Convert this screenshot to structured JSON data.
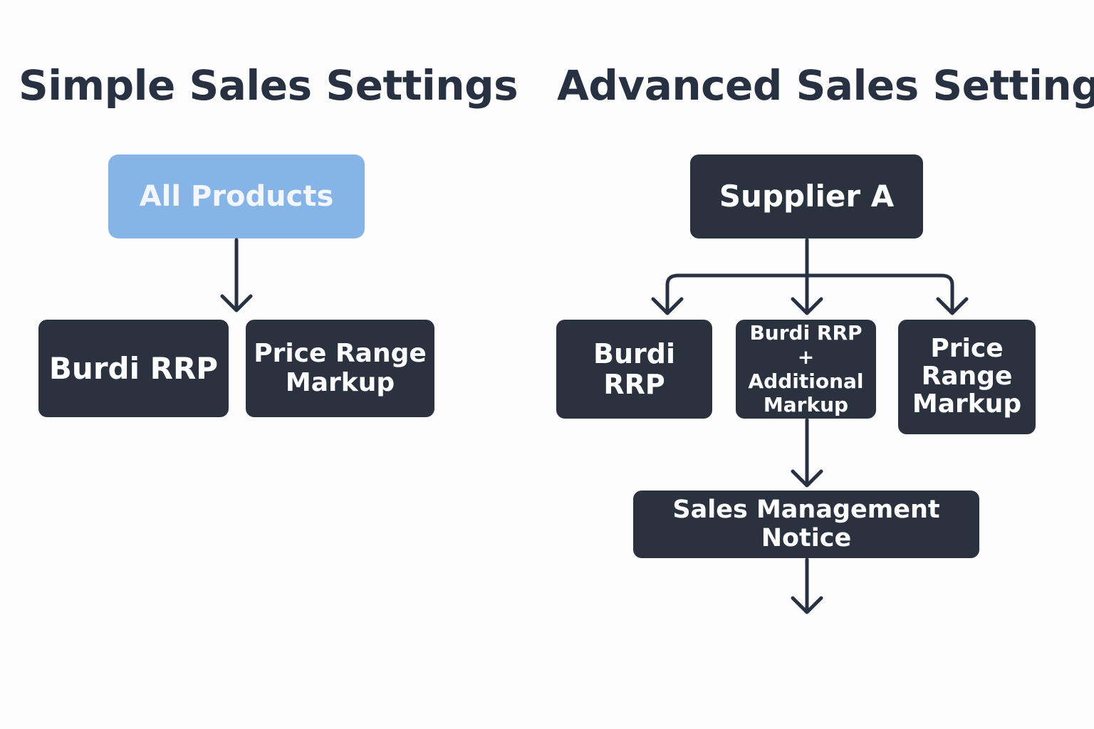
{
  "simple": {
    "title": "Simple Sales Settings",
    "root": "All Products",
    "children": [
      "Burdi RRP",
      "Price Range\nMarkup"
    ]
  },
  "advanced": {
    "title": "Advanced Sales Settings",
    "root": "Supplier A",
    "children": [
      "Burdi RRP",
      "Burdi RRP\n+ Additional\nMarkup",
      "Price\nRange\nMarkup"
    ],
    "notice": "Sales Management Notice"
  },
  "colors": {
    "node_dark": "#2a3240",
    "node_highlight": "#86b4e6",
    "connector": "#273142"
  }
}
